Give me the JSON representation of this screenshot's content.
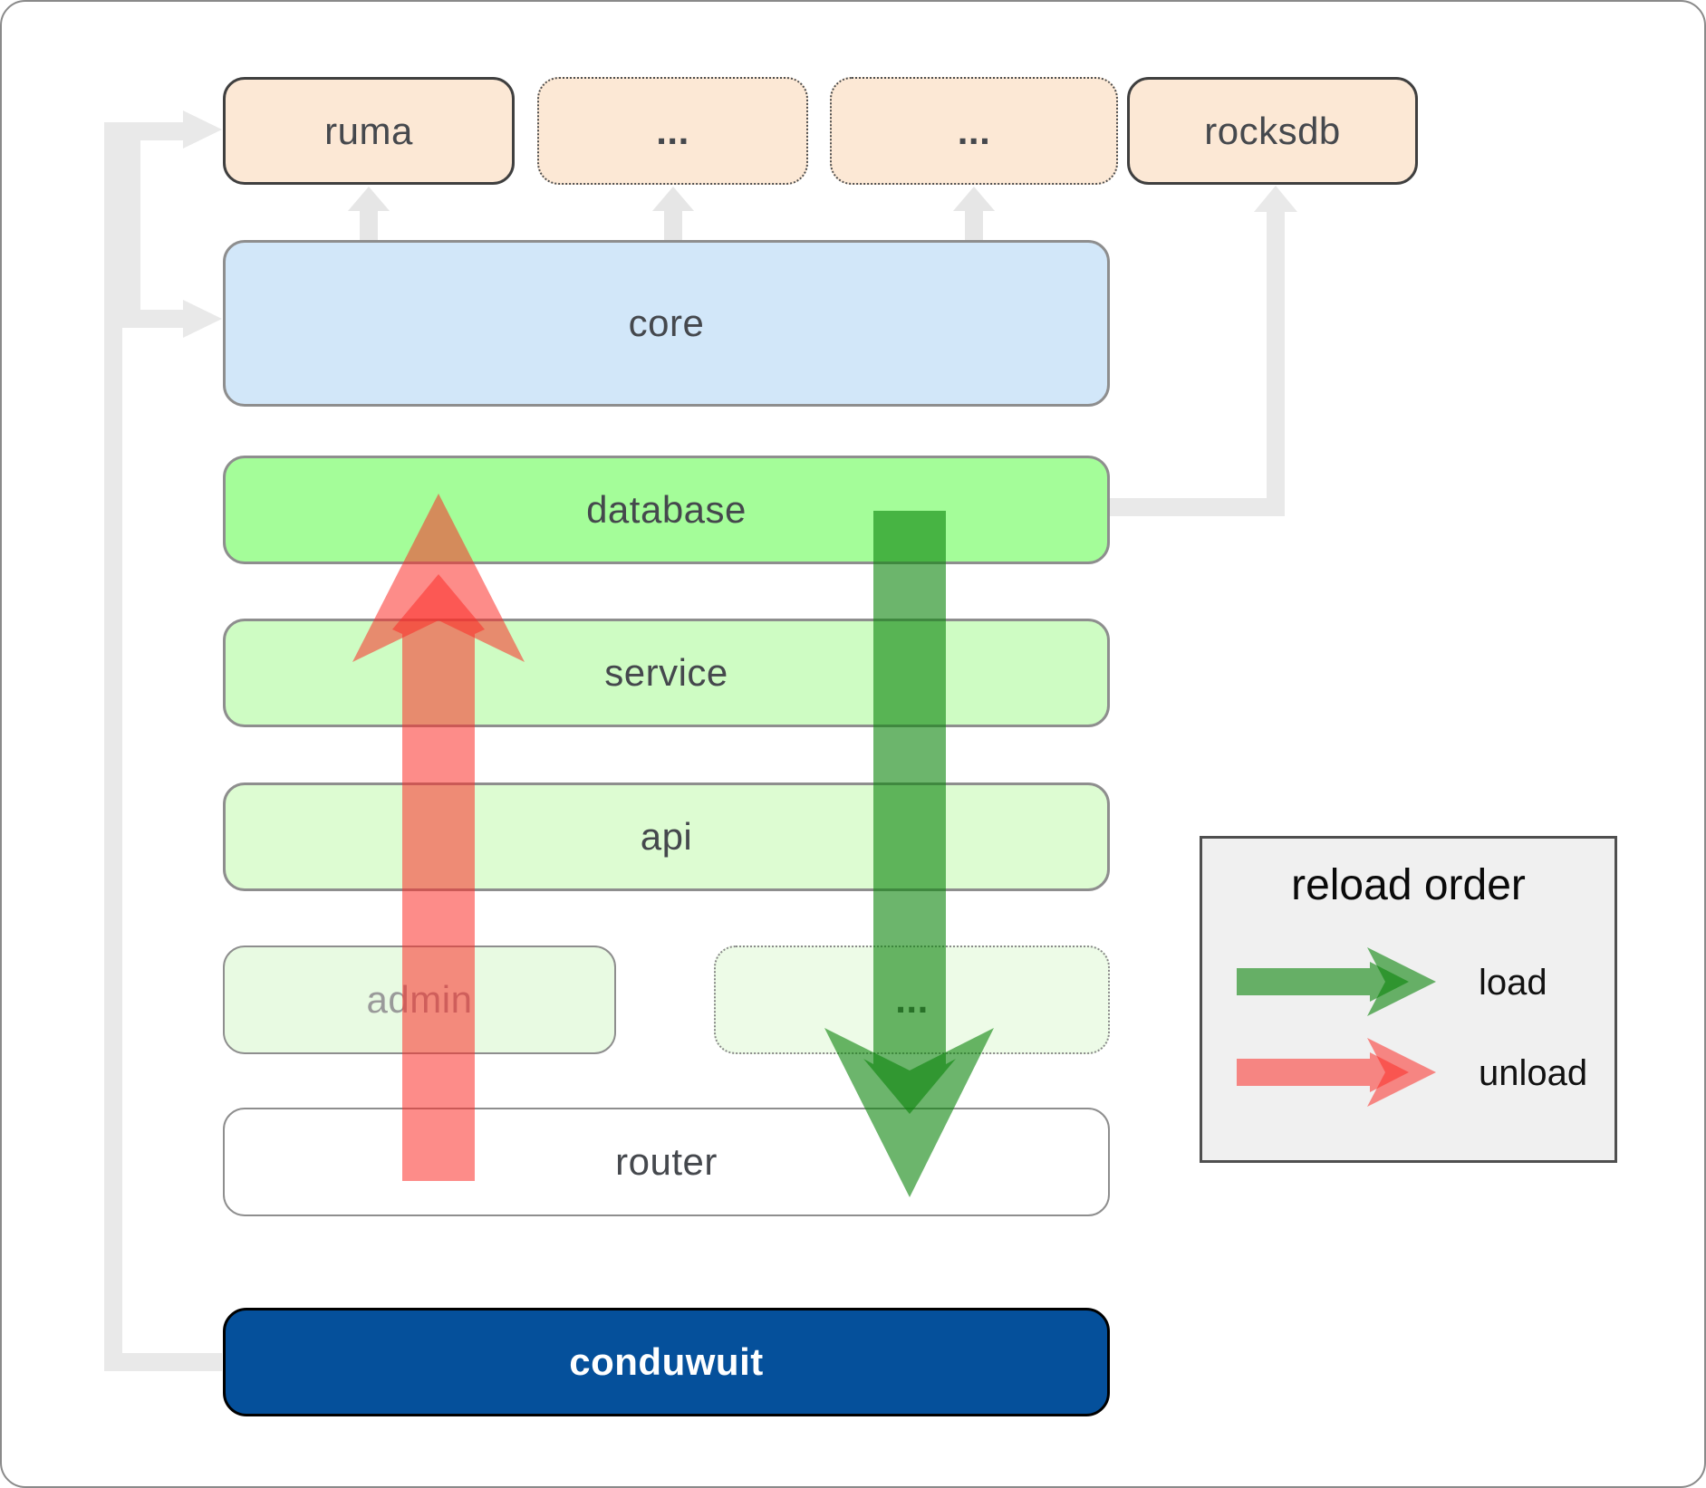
{
  "diagram": {
    "top_row": [
      {
        "label": "ruma"
      },
      {
        "label": "..."
      },
      {
        "label": "..."
      },
      {
        "label": "rocksdb"
      }
    ],
    "layers": [
      {
        "label": "core"
      },
      {
        "label": "database"
      },
      {
        "label": "service"
      },
      {
        "label": "api"
      }
    ],
    "admin_row": [
      {
        "label": "admin"
      },
      {
        "label": "..."
      }
    ],
    "router_label": "router",
    "conduwuit_label": "conduwuit"
  },
  "legend": {
    "title": "reload order",
    "items": [
      {
        "label": "load",
        "color": "#0a840a"
      },
      {
        "label": "unload",
        "color": "#fb2e28"
      }
    ]
  },
  "colors": {
    "load_green": "#0a840a",
    "unload_red": "#fb2e28",
    "connector_gray": "#e9e9e9",
    "small_arrow_gray": "#e6e6e6",
    "brand_blue": "#05509b",
    "peach": "#fce8d5",
    "core_blue": "#d2e7f9",
    "database_green": "#a4fd99"
  }
}
